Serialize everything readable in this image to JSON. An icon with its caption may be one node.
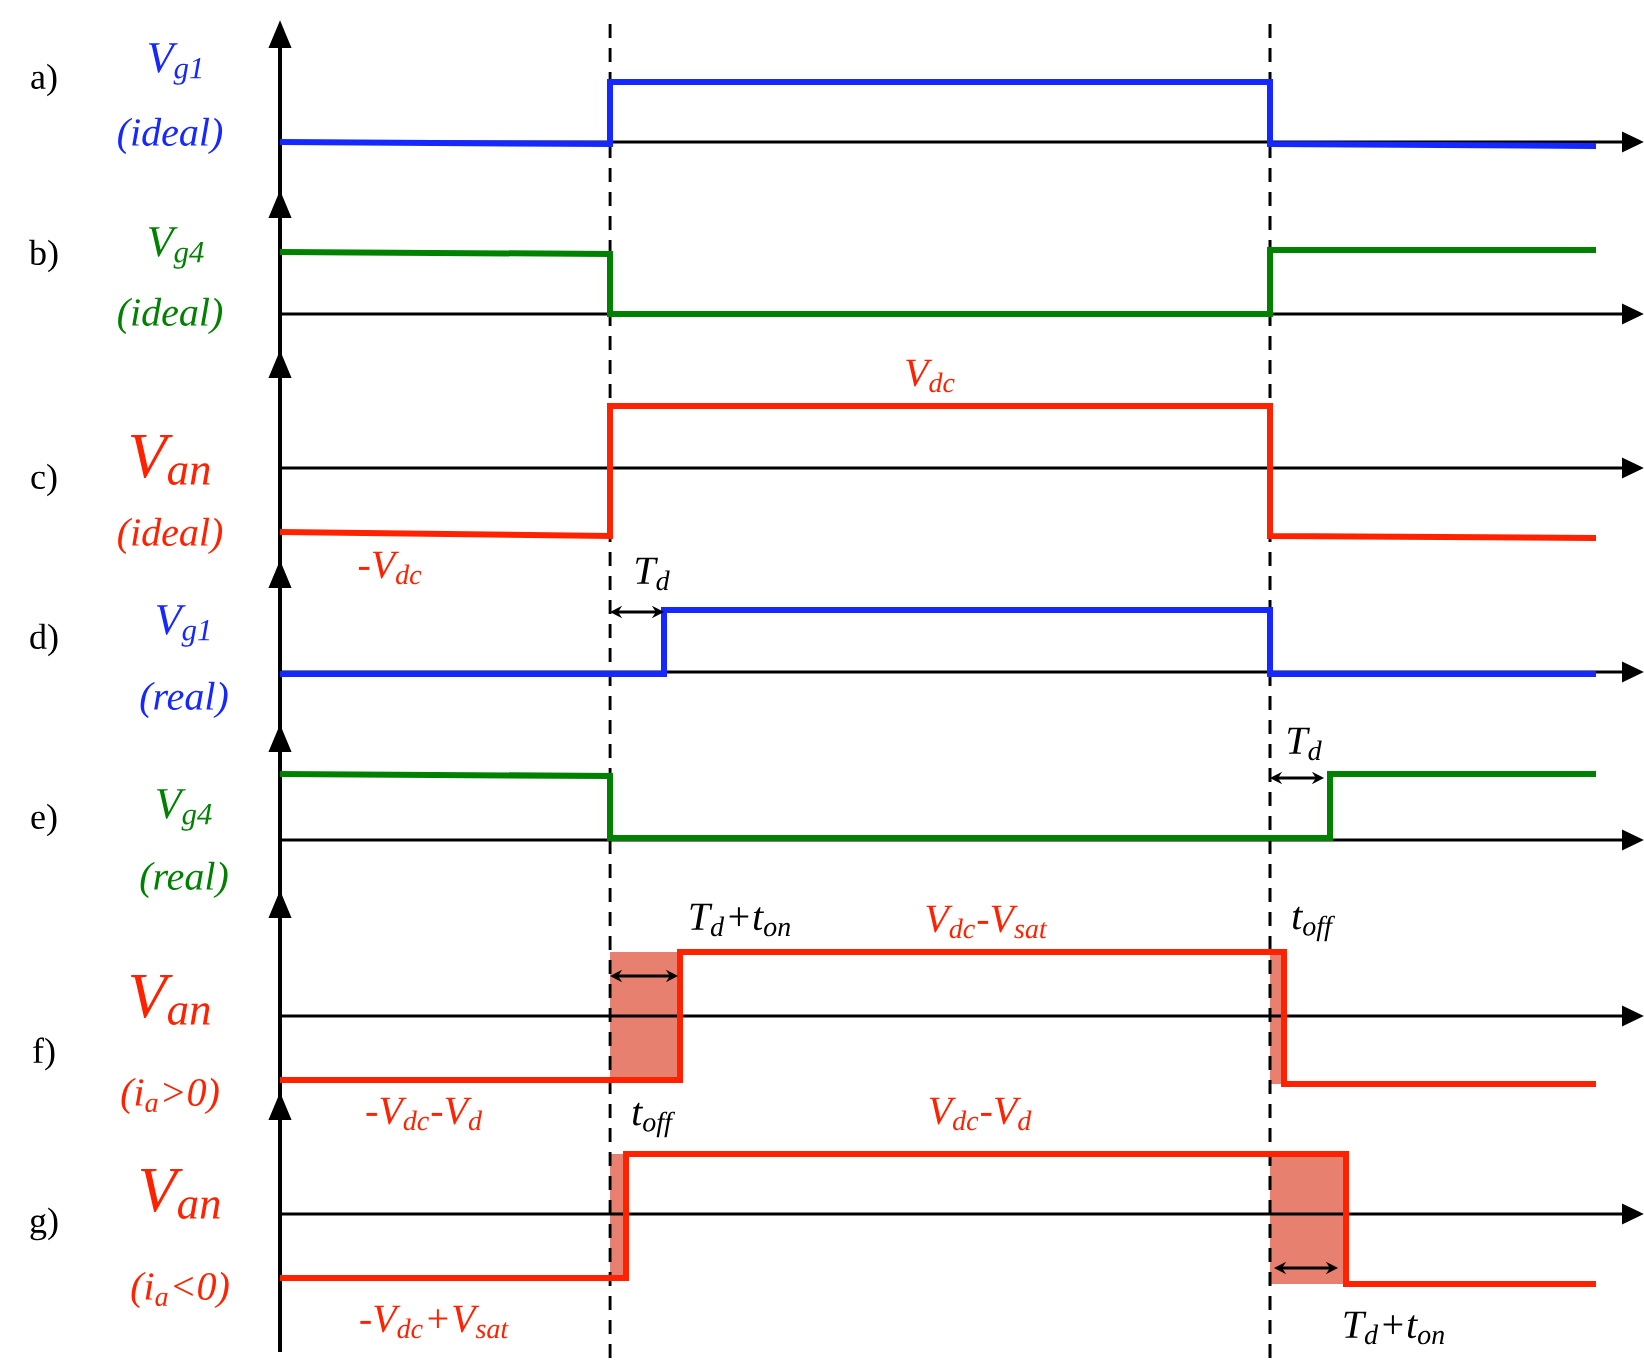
{
  "diagram": {
    "labels": [
      "a)",
      "V$_{g1}$",
      "(ideal)",
      "b)",
      "V$_{g4}$",
      "(ideal)",
      "V$_{dc}$",
      "c)",
      "V$_{an}$",
      "(ideal)",
      "-V$_{dc}$",
      "T$_{d}$",
      "d)",
      "V$_{g1}$",
      "(real)",
      "T$_{d}$",
      "e)",
      "V$_{g4}$",
      "(real)",
      "T$_{d}$+t$_{on}$",
      "V$_{dc}$-V$_{sat}$",
      "t$_{off}$",
      "f)",
      "V$_{an}$",
      "(i$_{a}$>0)",
      "-V$_{dc}$-V$_{d}$",
      "t$_{off}$",
      "V$_{dc}$-V$_{d}$",
      "g)",
      "V$_{an}$",
      "(i$_{a}$<0)",
      "-V$_{dc}$+V$_{sat}$",
      "T$_{d}$+t$_{on}$"
    ]
  }
}
